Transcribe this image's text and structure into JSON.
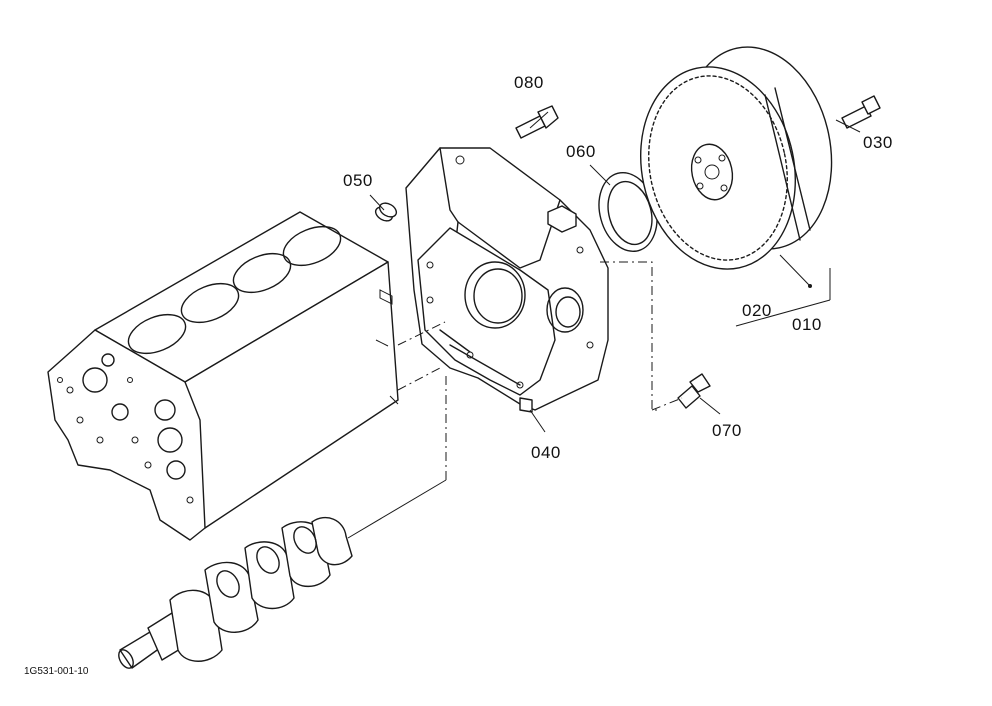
{
  "drawing_code": "1G531-001-10",
  "callouts": [
    {
      "id": "080",
      "label": "080"
    },
    {
      "id": "060",
      "label": "060"
    },
    {
      "id": "050",
      "label": "050"
    },
    {
      "id": "030",
      "label": "030"
    },
    {
      "id": "020",
      "label": "020"
    },
    {
      "id": "010",
      "label": "010"
    },
    {
      "id": "070",
      "label": "070"
    },
    {
      "id": "040",
      "label": "040"
    }
  ]
}
